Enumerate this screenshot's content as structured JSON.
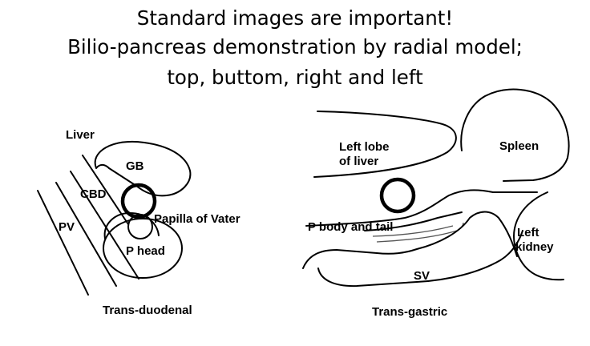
{
  "title": {
    "line1": "Standard images are important!",
    "line2": "Bilio-pancreas demonstration by radial model;",
    "line3": "top, buttom, right and left"
  },
  "trans_duodenal": {
    "caption": "Trans-duodenal",
    "labels": {
      "liver": "Liver",
      "gb": "GB",
      "cbd": "CBD",
      "pv": "PV",
      "papilla": "Papilla of Vater",
      "p_head": "P head"
    }
  },
  "trans_gastric": {
    "caption": "Trans-gastric",
    "labels": {
      "left_lobe_line1": "Left lobe",
      "left_lobe_line2": "of liver",
      "spleen": "Spleen",
      "p_body": "P body and tail",
      "left_kidney_line1": "Left",
      "left_kidney_line2": "kidney",
      "sv": "SV"
    }
  }
}
